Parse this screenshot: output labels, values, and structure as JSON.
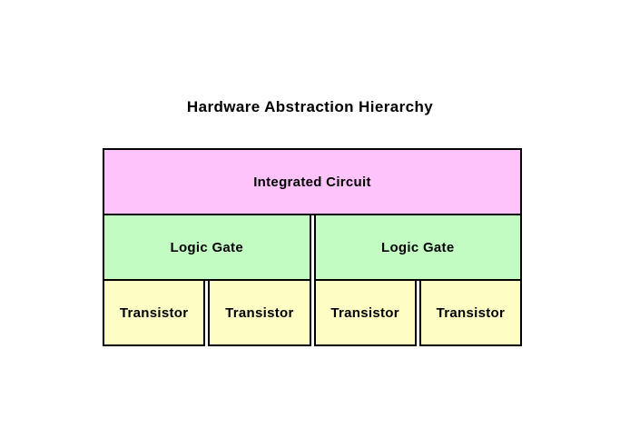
{
  "title": "Hardware Abstraction Hierarchy",
  "colors": {
    "background": "#ffffff",
    "text": "#000000",
    "border": "#000000",
    "integrated_circuit": "#fdc3fa",
    "logic_gate": "#c3fcc3",
    "transistor": "#fdfdc4"
  },
  "levels": [
    {
      "name": "integrated-circuit",
      "cells": [
        {
          "label": "Integrated Circuit"
        }
      ]
    },
    {
      "name": "logic-gate",
      "cells": [
        {
          "label": "Logic Gate"
        },
        {
          "label": "Logic Gate"
        }
      ]
    },
    {
      "name": "transistor",
      "cells": [
        {
          "label": "Transistor"
        },
        {
          "label": "Transistor"
        },
        {
          "label": "Transistor"
        },
        {
          "label": "Transistor"
        }
      ]
    }
  ]
}
